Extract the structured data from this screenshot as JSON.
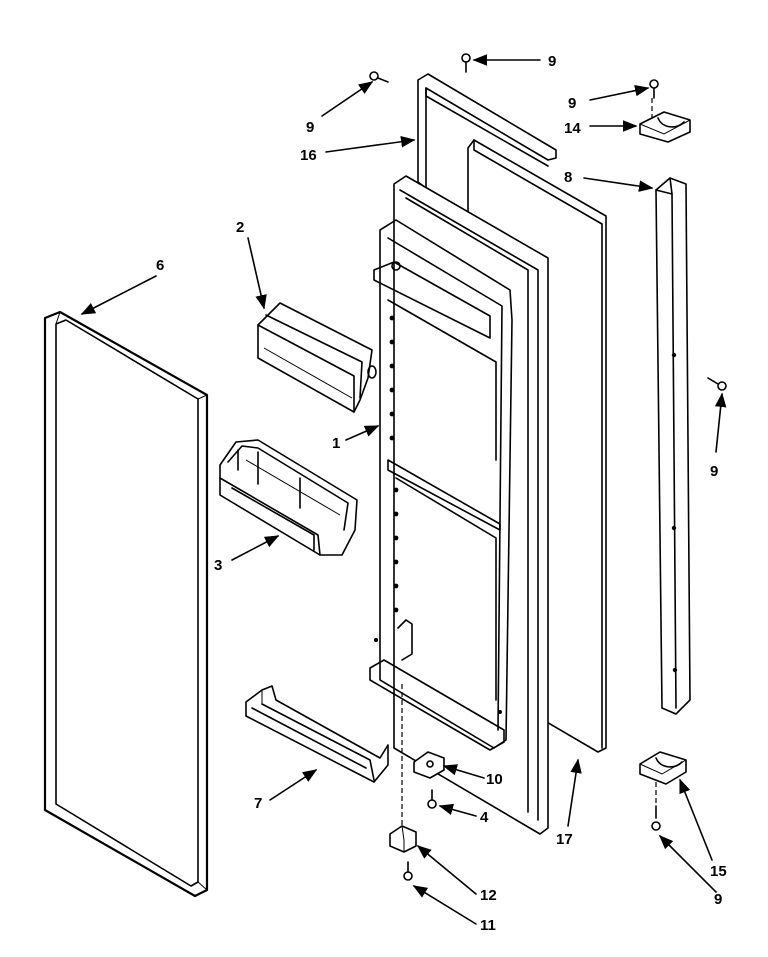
{
  "diagram": {
    "callouts": {
      "c1": "1",
      "c2": "2",
      "c3": "3",
      "c4": "4",
      "c6": "6",
      "c7": "7",
      "c8": "8",
      "c9_top": "9",
      "c9_left": "9",
      "c9_bracket": "9",
      "c9_right": "9",
      "c9_bottom": "9",
      "c10": "10",
      "c11": "11",
      "c12": "12",
      "c14": "14",
      "c15": "15",
      "c16": "16",
      "c17": "17"
    }
  }
}
